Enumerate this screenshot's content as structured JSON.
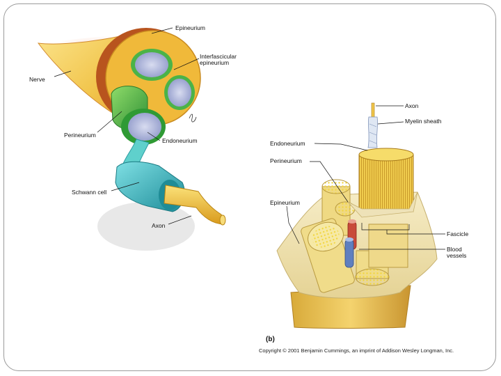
{
  "figure_a": {
    "labels": {
      "epineurium": "Epineurium",
      "interfascicular": "Interfascicular\nepineurium",
      "nerve": "Nerve",
      "perineurium": "Perineurium",
      "endoneurium": "Endoneurium",
      "schwann_cell": "Schwann cell",
      "axon": "Axon"
    }
  },
  "figure_b": {
    "part_label": "(b)",
    "labels": {
      "axon": "Axon",
      "myelin_sheath": "Myelin sheath",
      "endoneurium": "Endoneurium",
      "perineurium": "Perineurium",
      "epineurium": "Epineurium",
      "fascicle": "Fascicle",
      "blood_vessels": "Blood\nvessels"
    },
    "copyright": "Copyright © 2001 Benjamin Cummings, an imprint of Addison Wesley Longman, Inc."
  },
  "colors": {
    "epineurium": "#e8b83a",
    "nerve_shell": "#d97a2a",
    "fascicle_green": "#3fae3f",
    "schwann": "#39b7c0",
    "axon_yellow": "#f2c62e",
    "tissue_cream": "#efe3b0",
    "artery": "#c84b3a",
    "vein": "#5f7fbf"
  }
}
